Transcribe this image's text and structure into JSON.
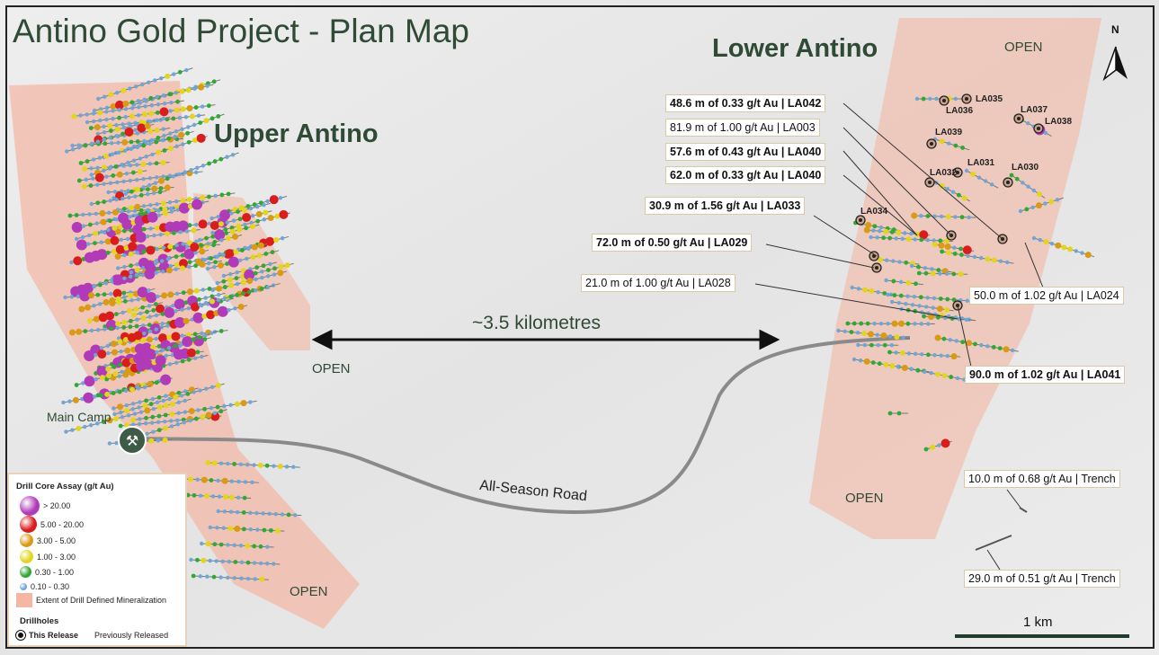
{
  "title": "Antino Gold Project - Plan Map",
  "regions": {
    "upper": "Upper Antino",
    "lower": "Lower Antino"
  },
  "open_labels": [
    "OPEN",
    "OPEN",
    "OPEN",
    "OPEN"
  ],
  "distance_label": "~3.5 kilometres",
  "main_camp": "Main Camp",
  "road_label": "All-Season Road",
  "north_label": "N",
  "scale_label": "1 km",
  "callouts": [
    "48.6 m of 0.33 g/t Au | LA042",
    "81.9 m of 1.00 g/t Au | LA003",
    "57.6 m of 0.43 g/t Au | LA040",
    "62.0 m of 0.33 g/t Au | LA040",
    "30.9 m of 1.56 g/t Au | LA033",
    "72.0 m of 0.50 g/t Au | LA029",
    "21.0 m of 1.00 g/t Au | LA028",
    "50.0 m of 1.02 g/t Au | LA024",
    "90.0 m of 1.02 g/t Au | LA041",
    "10.0 m of 0.68 g/t Au | Trench",
    "29.0 m of 0.51 g/t Au | Trench"
  ],
  "holes": [
    "LA035",
    "LA036",
    "LA037",
    "LA038",
    "LA039",
    "LA031",
    "LA030",
    "LA032",
    "LA034"
  ],
  "legend": {
    "title": "Drill Core Assay (g/t Au)",
    "classes": [
      {
        "label": "> 20.00",
        "color": "#b03ab8"
      },
      {
        "label": "5.00 - 20.00",
        "color": "#d91c1c"
      },
      {
        "label": "3.00 - 5.00",
        "color": "#d99a14"
      },
      {
        "label": "1.00 - 3.00",
        "color": "#e3d51e"
      },
      {
        "label": "0.30 - 1.00",
        "color": "#2fa834"
      },
      {
        "label": "0.10 - 0.30",
        "color": "#6fa6d6"
      }
    ],
    "extent_label": "Extent of Drill Defined Mineralization",
    "extent_color": "#f4b7a4",
    "drillholes_title": "Drillholes",
    "this_release": "This Release",
    "previously_released": "Previously Released"
  }
}
